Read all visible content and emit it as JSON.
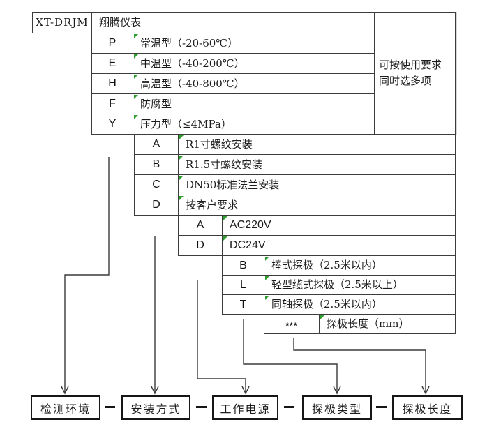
{
  "colors": {
    "line": "#3a3a3a",
    "border": "#3c3c3c",
    "marker_green": "#2f9e2f",
    "box_border": "#161616"
  },
  "diagram": {
    "model_code": "XT-DRJM",
    "brand": "翔腾仪表",
    "note_line1": "可按使用要求",
    "note_line2": "同时选多项",
    "env": {
      "rows": [
        {
          "code": "P",
          "desc": "常温型（-20-60℃）"
        },
        {
          "code": "E",
          "desc": "中温型（-40-200℃）"
        },
        {
          "code": "H",
          "desc": "高温型（-40-800℃）"
        },
        {
          "code": "F",
          "desc": "防腐型"
        },
        {
          "code": "Y",
          "desc": "压力型（≤4MPa）"
        }
      ]
    },
    "mount": {
      "rows": [
        {
          "code": "A",
          "desc": "R1寸螺纹安装"
        },
        {
          "code": "B",
          "desc": "R1.5寸螺纹安装"
        },
        {
          "code": "C",
          "desc": "DN50标准法兰安装"
        },
        {
          "code": "D",
          "desc": "按客户要求"
        }
      ]
    },
    "power": {
      "rows": [
        {
          "code": "A",
          "desc": "AC220V"
        },
        {
          "code": "D",
          "desc": "DC24V"
        }
      ]
    },
    "probe": {
      "rows": [
        {
          "code": "B",
          "desc": "棒式探极（2.5米以内）"
        },
        {
          "code": "L",
          "desc": "轻型缆式探极（2.5米以上）"
        },
        {
          "code": "T",
          "desc": "同轴探极（2.5米以内）"
        }
      ]
    },
    "length": {
      "rows": [
        {
          "code": "***",
          "desc": "探极长度（mm）"
        }
      ]
    },
    "categories": [
      "检测环境",
      "安装方式",
      "工作电源",
      "探极类型",
      "探极长度"
    ]
  }
}
